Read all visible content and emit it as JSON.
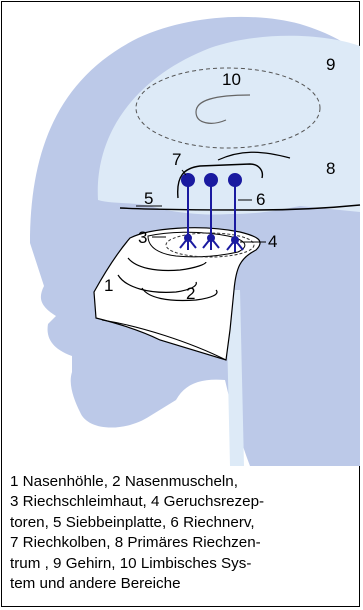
{
  "colors": {
    "head_fill": "#bcc9e8",
    "brain_fill": "#ddeaf7",
    "nerve_blue": "#1a1aa0",
    "outline": "#000000",
    "cavity_fill": "#ffffff"
  },
  "labels": {
    "n1": "1",
    "n2": "2",
    "n3": "3",
    "n4": "4",
    "n5": "5",
    "n6": "6",
    "n7": "7",
    "n8": "8",
    "n9": "9",
    "n10": "10"
  },
  "caption": {
    "line1": "1 Nasenhöhle, 2 Nasenmuscheln,",
    "line2": "3 Riechschleimhaut, 4 Geruchsrezep-",
    "line3": "toren, 5 Siebbeinplatte, 6 Riechnerv,",
    "line4": "7 Riechkolben, 8 Primäres Riechzen-",
    "line5": "trum , 9 Gehirn, 10 Limbisches Sys-",
    "line6": "tem und andere Bereiche"
  }
}
